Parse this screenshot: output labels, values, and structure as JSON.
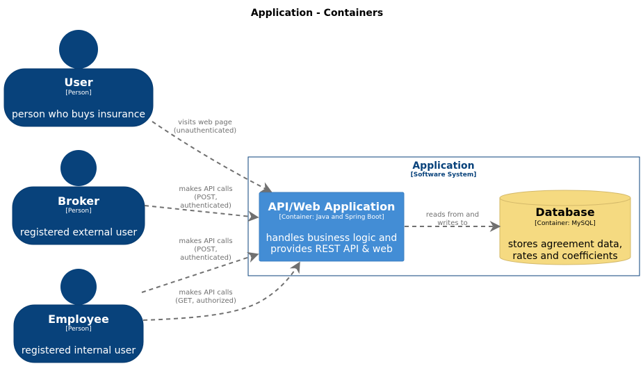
{
  "title": "Application - Containers",
  "colors": {
    "person": "#08427b",
    "person_border": "#073b6f",
    "container": "#438dd5",
    "container_border": "#3c7fc0",
    "database": "#f5da81",
    "database_border": "#d4b96a",
    "boundary": "#08427b",
    "edge": "#707070",
    "edge_label": "#707070",
    "white": "#ffffff",
    "black": "#000000"
  },
  "persons": {
    "user": {
      "name": "User",
      "tag": "[Person]",
      "desc": "person who buys insurance",
      "icon": "person-icon"
    },
    "broker": {
      "name": "Broker",
      "tag": "[Person]",
      "desc": "registered external user",
      "icon": "person-icon"
    },
    "employee": {
      "name": "Employee",
      "tag": "[Person]",
      "desc": "registered internal user",
      "icon": "person-icon"
    }
  },
  "boundary": {
    "name": "Application",
    "tag": "[Software System]"
  },
  "webapp": {
    "name": "API/Web Application",
    "tag": "[Container: Java and Spring Boot]",
    "desc_lines": [
      "handles business logic and",
      "provides REST API & web"
    ]
  },
  "database": {
    "name": "Database",
    "tag": "[Container: MySQL]",
    "desc_lines": [
      "stores agreement data,",
      "rates and coefficients"
    ]
  },
  "relations": {
    "user_web": [
      "visits web page",
      "(unauthenticated)"
    ],
    "broker_web": [
      "makes API calls",
      "(POST,",
      "authenticated)"
    ],
    "employee_web_post": [
      "makes API calls",
      "(POST,",
      "authenticated)"
    ],
    "employee_web_get": [
      "makes API calls",
      "(GET, authorized)"
    ],
    "web_db": [
      "reads from and",
      "writes to"
    ]
  }
}
